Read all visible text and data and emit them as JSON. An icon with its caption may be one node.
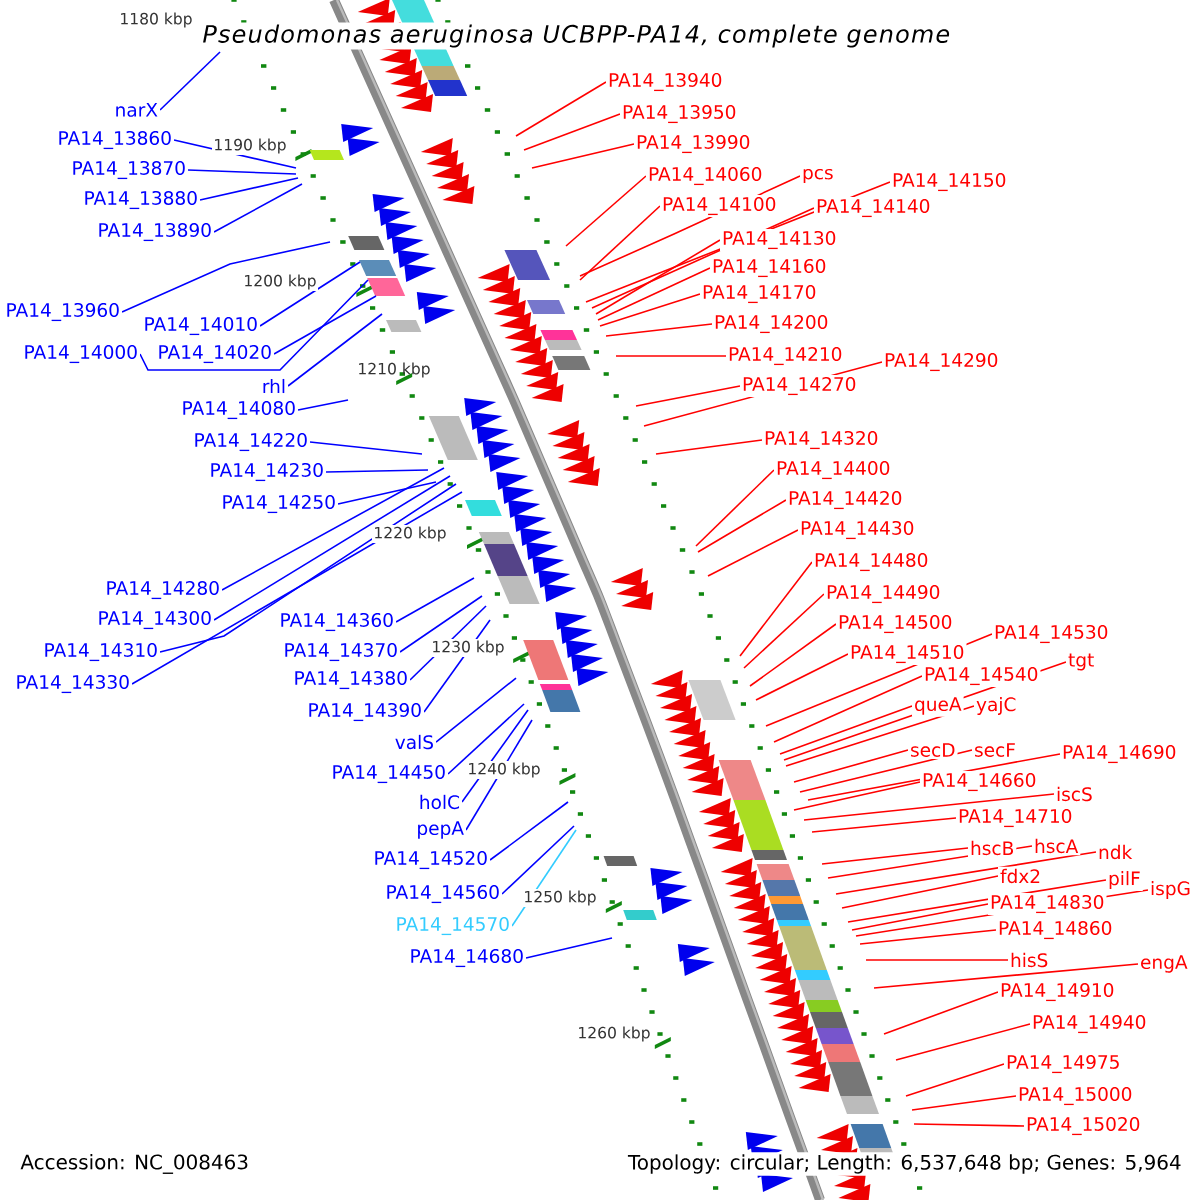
{
  "diagram": {
    "title": "Pseudomonas aeruginosa UCBPP-PA14, complete genome",
    "nodes": [
      {
        "text": [
          "narX"
        ]
      },
      {
        "text": [
          "PA14_13860"
        ]
      },
      {
        "text": [
          "PA14_13870"
        ]
      },
      {
        "text": [
          "PA14_13880"
        ]
      },
      {
        "text": [
          "PA14_13890"
        ]
      },
      {
        "text": [
          "PA14_13960"
        ]
      },
      {
        "text": [
          "PA14_14010"
        ]
      },
      {
        "text": [
          "PA14_14000"
        ]
      },
      {
        "text": [
          "PA14_14020"
        ]
      },
      {
        "text": [
          "rhl"
        ]
      },
      {
        "text": [
          "PA14_14080"
        ]
      },
      {
        "text": [
          "PA14_14220"
        ]
      },
      {
        "text": [
          "PA14_14230"
        ]
      },
      {
        "text": [
          "PA14_14250"
        ]
      },
      {
        "text": [
          "PA14_14280"
        ]
      },
      {
        "text": [
          "PA14_14300"
        ]
      },
      {
        "text": [
          "PA14_14310"
        ]
      },
      {
        "text": [
          "PA14_14330"
        ]
      },
      {
        "text": [
          "PA14_14360"
        ]
      },
      {
        "text": [
          "PA14_14370"
        ]
      },
      {
        "text": [
          "PA14_14380"
        ]
      },
      {
        "text": [
          "PA14_14390"
        ]
      },
      {
        "text": [
          "valS"
        ]
      },
      {
        "text": [
          "PA14_14450"
        ]
      },
      {
        "text": [
          "holC"
        ]
      },
      {
        "text": [
          "pepA"
        ]
      },
      {
        "text": [
          "PA14_14520"
        ]
      },
      {
        "text": [
          "PA14_14560"
        ]
      },
      {
        "text": [
          "PA14_14570"
        ]
      },
      {
        "text": [
          "PA14_14680"
        ]
      },
      {
        "text": [
          "PA14_13940"
        ]
      },
      {
        "text": [
          "PA14_13950"
        ]
      },
      {
        "text": [
          "PA14_13990"
        ]
      },
      {
        "text": [
          "PA14_14060"
        ]
      },
      {
        "text": [
          "pcs"
        ]
      },
      {
        "text": [
          "PA14_14100"
        ]
      },
      {
        "text": [
          "PA14_14150"
        ]
      },
      {
        "text": [
          "PA14_14140"
        ]
      },
      {
        "text": [
          "PA14_14130"
        ]
      },
      {
        "text": [
          "PA14_14160"
        ]
      },
      {
        "text": [
          "PA14_14170"
        ]
      },
      {
        "text": [
          "PA14_14200"
        ]
      },
      {
        "text": [
          "PA14_14210"
        ]
      },
      {
        "text": [
          "PA14_14290"
        ]
      },
      {
        "text": [
          "PA14_14270"
        ]
      },
      {
        "text": [
          "PA14_14320"
        ]
      },
      {
        "text": [
          "PA14_14400"
        ]
      },
      {
        "text": [
          "PA14_14420"
        ]
      },
      {
        "text": [
          "PA14_14430"
        ]
      },
      {
        "text": [
          "PA14_14480"
        ]
      },
      {
        "text": [
          "PA14_14490"
        ]
      },
      {
        "text": [
          "PA14_14500"
        ]
      },
      {
        "text": [
          "PA14_14530"
        ]
      },
      {
        "text": [
          "PA14_14510"
        ]
      },
      {
        "text": [
          "tgt"
        ]
      },
      {
        "text": [
          "PA14_14540"
        ]
      },
      {
        "text": [
          "queA"
        ]
      },
      {
        "text": [
          "yajC"
        ]
      },
      {
        "text": [
          "secD"
        ]
      },
      {
        "text": [
          "secF"
        ]
      },
      {
        "text": [
          "PA14_14690"
        ]
      },
      {
        "text": [
          "PA14_14660"
        ]
      },
      {
        "text": [
          "iscS"
        ]
      },
      {
        "text": [
          "PA14_14710"
        ]
      },
      {
        "text": [
          "hscB"
        ]
      },
      {
        "text": [
          "hscA"
        ]
      },
      {
        "text": [
          "ndk"
        ]
      },
      {
        "text": [
          "fdx2"
        ]
      },
      {
        "text": [
          "pilF"
        ]
      },
      {
        "text": [
          "PA14_14830"
        ]
      },
      {
        "text": [
          "ispG"
        ]
      },
      {
        "text": [
          "PA14_14860"
        ]
      },
      {
        "text": [
          "hisS"
        ]
      },
      {
        "text": [
          "engA"
        ]
      },
      {
        "text": [
          "PA14_14910"
        ]
      },
      {
        "text": [
          "PA14_14940"
        ]
      },
      {
        "text": [
          "PA14_14975"
        ]
      },
      {
        "text": [
          "PA14_15000"
        ]
      },
      {
        "text": [
          "PA14_15020"
        ]
      }
    ],
    "edges": [
      {
        "from": 0,
        "to": null,
        "arrow": "none",
        "color": "#0000ff"
      },
      {
        "from": 1,
        "to": null,
        "arrow": "none",
        "color": "#0000ff"
      },
      {
        "from": 2,
        "to": null,
        "arrow": "none",
        "color": "#0000ff"
      },
      {
        "from": 3,
        "to": null,
        "arrow": "none",
        "color": "#0000ff"
      },
      {
        "from": 4,
        "to": null,
        "arrow": "none",
        "color": "#0000ff"
      },
      {
        "from": 5,
        "to": null,
        "arrow": "none",
        "color": "#0000ff"
      },
      {
        "from": 6,
        "to": null,
        "arrow": "none",
        "color": "#0000ff"
      },
      {
        "from": 7,
        "to": null,
        "arrow": "none",
        "color": "#0000ff"
      },
      {
        "from": 8,
        "to": null,
        "arrow": "none",
        "color": "#0000ff"
      },
      {
        "from": 9,
        "to": null,
        "arrow": "none",
        "color": "#0000ff"
      },
      {
        "from": 10,
        "to": null,
        "arrow": "none",
        "color": "#0000ff"
      },
      {
        "from": 11,
        "to": null,
        "arrow": "none",
        "color": "#0000ff"
      },
      {
        "from": 12,
        "to": null,
        "arrow": "none",
        "color": "#0000ff"
      },
      {
        "from": 13,
        "to": null,
        "arrow": "none",
        "color": "#0000ff"
      },
      {
        "from": 14,
        "to": null,
        "arrow": "none",
        "color": "#0000ff"
      },
      {
        "from": 15,
        "to": null,
        "arrow": "none",
        "color": "#0000ff"
      },
      {
        "from": 16,
        "to": null,
        "arrow": "none",
        "color": "#0000ff"
      },
      {
        "from": 17,
        "to": null,
        "arrow": "none",
        "color": "#0000ff"
      },
      {
        "from": 18,
        "to": null,
        "arrow": "none",
        "color": "#0000ff"
      },
      {
        "from": 19,
        "to": null,
        "arrow": "none",
        "color": "#0000ff"
      },
      {
        "from": 20,
        "to": null,
        "arrow": "none",
        "color": "#0000ff"
      },
      {
        "from": 21,
        "to": null,
        "arrow": "none",
        "color": "#0000ff"
      },
      {
        "from": 22,
        "to": null,
        "arrow": "none",
        "color": "#0000ff"
      },
      {
        "from": 23,
        "to": null,
        "arrow": "none",
        "color": "#0000ff"
      },
      {
        "from": 24,
        "to": null,
        "arrow": "none",
        "color": "#0000ff"
      },
      {
        "from": 25,
        "to": null,
        "arrow": "none",
        "color": "#0000ff"
      },
      {
        "from": 26,
        "to": null,
        "arrow": "none",
        "color": "#0000ff"
      },
      {
        "from": 27,
        "to": null,
        "arrow": "none",
        "color": "#0000ff"
      },
      {
        "from": 28,
        "to": null,
        "arrow": "none",
        "color": "#33ccff"
      },
      {
        "from": 29,
        "to": null,
        "arrow": "none",
        "color": "#0000ff"
      },
      {
        "from": 30,
        "to": null,
        "arrow": "none"
      },
      {
        "from": 31,
        "to": null,
        "arrow": "none"
      },
      {
        "from": 32,
        "to": null,
        "arrow": "none"
      },
      {
        "from": 33,
        "to": null,
        "arrow": "none"
      },
      {
        "from": 34,
        "to": null,
        "arrow": "none"
      },
      {
        "from": 35,
        "to": null,
        "arrow": "none"
      },
      {
        "from": 36,
        "to": null,
        "arrow": "none"
      },
      {
        "from": 37,
        "to": null,
        "arrow": "none"
      },
      {
        "from": 38,
        "to": null,
        "arrow": "none"
      },
      {
        "from": 39,
        "to": null,
        "arrow": "none"
      },
      {
        "from": 40,
        "to": null,
        "arrow": "none"
      },
      {
        "from": 41,
        "to": null,
        "arrow": "none"
      },
      {
        "from": 42,
        "to": null,
        "arrow": "none"
      },
      {
        "from": 43,
        "to": null,
        "arrow": "none"
      },
      {
        "from": 44,
        "to": null,
        "arrow": "none"
      },
      {
        "from": 45,
        "to": null,
        "arrow": "none"
      },
      {
        "from": 46,
        "to": null,
        "arrow": "none"
      },
      {
        "from": 47,
        "to": null,
        "arrow": "none"
      },
      {
        "from": 48,
        "to": null,
        "arrow": "none"
      },
      {
        "from": 49,
        "to": null,
        "arrow": "none"
      },
      {
        "from": 50,
        "to": null,
        "arrow": "none"
      },
      {
        "from": 51,
        "to": null,
        "arrow": "none"
      },
      {
        "from": 52,
        "to": null,
        "arrow": "none"
      },
      {
        "from": 53,
        "to": null,
        "arrow": "none"
      },
      {
        "from": 54,
        "to": null,
        "arrow": "none"
      },
      {
        "from": 55,
        "to": null,
        "arrow": "none"
      },
      {
        "from": 56,
        "to": null,
        "arrow": "none"
      },
      {
        "from": 57,
        "to": null,
        "arrow": "none"
      },
      {
        "from": 58,
        "to": null,
        "arrow": "none"
      },
      {
        "from": 59,
        "to": null,
        "arrow": "none"
      },
      {
        "from": 60,
        "to": null,
        "arrow": "none"
      },
      {
        "from": 61,
        "to": null,
        "arrow": "none"
      },
      {
        "from": 62,
        "to": null,
        "arrow": "none"
      },
      {
        "from": 63,
        "to": null,
        "arrow": "none"
      },
      {
        "from": 64,
        "to": null,
        "arrow": "none"
      },
      {
        "from": 65,
        "to": null,
        "arrow": "none"
      },
      {
        "from": 66,
        "to": null,
        "arrow": "none"
      },
      {
        "from": 67,
        "to": null,
        "arrow": "none"
      },
      {
        "from": 68,
        "to": null,
        "arrow": "none"
      },
      {
        "from": 69,
        "to": null,
        "arrow": "none"
      },
      {
        "from": 70,
        "to": null,
        "arrow": "none"
      },
      {
        "from": 71,
        "to": null,
        "arrow": "none"
      },
      {
        "from": 72,
        "to": null,
        "arrow": "none"
      },
      {
        "from": 73,
        "to": null,
        "arrow": "none"
      },
      {
        "from": 74,
        "to": null,
        "arrow": "none"
      },
      {
        "from": 75,
        "to": null,
        "arrow": "none"
      },
      {
        "from": 76,
        "to": null,
        "arrow": "none"
      },
      {
        "from": 77,
        "to": null,
        "arrow": "none"
      },
      {
        "from": 78,
        "to": null,
        "arrow": "none"
      }
    ],
    "labels": [
      "1180 kbp",
      "1190 kbp",
      "1200 kbp",
      "1210 kbp",
      "1220 kbp",
      "1230 kbp",
      "1240 kbp",
      "1250 kbp",
      "1260 kbp",
      "Accession: NC_008463",
      "Topology: circular; Length: 6,537,648 bp; Genes: 5,964"
    ]
  }
}
